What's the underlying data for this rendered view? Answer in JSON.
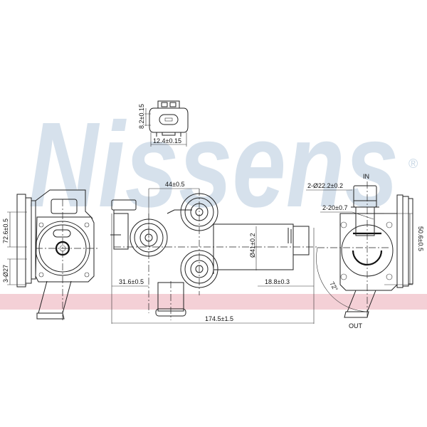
{
  "watermark": {
    "brand": "Nissens",
    "registered_mark": "®",
    "brand_color": "#c9d8e6",
    "band_color": "#f4d0d6"
  },
  "dimensions": {
    "connector_height": "8.2±0.15",
    "connector_width": "12.4±0.15",
    "left_upper": "72.6±0.5",
    "left_lower": "3-Ø27",
    "top_spacing": "44±0.5",
    "left_offset": "31.6±0.5",
    "motor_diameter": "Ø41±0.2",
    "motor_offset": "18.8±0.3",
    "overall_length": "174.5±1.5",
    "port_diameter": "2-Ø22.2±0.2",
    "port_depth": "2-20±0.7",
    "right_height": "50.6±0.5",
    "angle": "72°"
  },
  "labels": {
    "inlet": "IN",
    "outlet": "OUT"
  }
}
